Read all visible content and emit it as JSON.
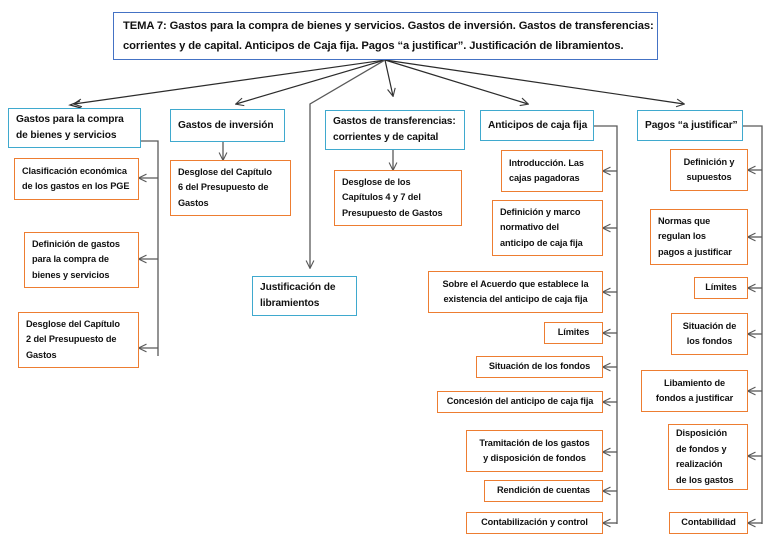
{
  "diagram": {
    "title_box": {
      "id": "tema-7-title",
      "lines": [
        "TEMA 7: Gastos para la compra de bienes y servicios. Gastos de inversión. Gastos de transferencias:",
        "corrientes y de capital. Anticipos de Caja fija. Pagos “a justificar”. Justificación de libramientos."
      ]
    },
    "colors": {
      "title_border": "#4472C4",
      "header_border": "#3FA9CE",
      "leaf_border": "#ED7D31",
      "connector": "#595959",
      "text": "#111111",
      "background": "#FFFFFF"
    },
    "branches": [
      {
        "id": "gastos-compra-bienes-servicios",
        "header": {
          "lines": [
            "Gastos para la compra",
            "de bienes y servicios"
          ]
        },
        "children": [
          {
            "id": "clasificacion-economica-gastos-pge",
            "lines": [
              "Clasificación económica",
              "de los gastos en los PGE"
            ]
          },
          {
            "id": "definicion-gastos-compra",
            "lines": [
              "Definición de gastos",
              "para la compra de",
              "bienes y servicios"
            ]
          },
          {
            "id": "desglose-capitulo-2",
            "lines": [
              "Desglose del Capítulo",
              "2 del Presupuesto de",
              "Gastos"
            ]
          }
        ]
      },
      {
        "id": "gastos-inversion",
        "header": {
          "lines": [
            "Gastos de inversión"
          ]
        },
        "children": [
          {
            "id": "desglose-capitulo-6",
            "lines": [
              "Desglose del Capítulo",
              "6 del Presupuesto de",
              "Gastos"
            ]
          }
        ]
      },
      {
        "id": "gastos-transferencias",
        "header": {
          "lines": [
            "Gastos de transferencias:",
            "corrientes y de capital"
          ]
        },
        "children": [
          {
            "id": "desglose-capitulos-4-7",
            "lines": [
              "Desglose de los",
              "Capítulos 4 y 7 del",
              "Presupuesto de Gastos"
            ]
          }
        ]
      },
      {
        "id": "anticipos-caja-fija",
        "header": {
          "lines": [
            "Anticipos de caja fija"
          ]
        },
        "children": [
          {
            "id": "introduccion-cajas-pagadoras",
            "lines": [
              "Introducción. Las",
              "cajas pagadoras"
            ]
          },
          {
            "id": "definicion-marco-normativo",
            "lines": [
              "Definición y marco",
              "normativo del",
              "anticipo de caja fija"
            ]
          },
          {
            "id": "sobre-el-acuerdo",
            "lines": [
              "Sobre el Acuerdo que establece la",
              "existencia del anticipo de caja fija"
            ]
          },
          {
            "id": "limites-acf",
            "lines": [
              "Límites"
            ]
          },
          {
            "id": "situacion-fondos-acf",
            "lines": [
              "Situación de los fondos"
            ]
          },
          {
            "id": "concesion-anticipo",
            "lines": [
              "Concesión del anticipo de caja fija"
            ]
          },
          {
            "id": "tramitacion-gastos",
            "lines": [
              "Tramitación de los gastos",
              "y disposición de fondos"
            ]
          },
          {
            "id": "rendicion-cuentas",
            "lines": [
              "Rendición de cuentas"
            ]
          },
          {
            "id": "contabilizacion-control",
            "lines": [
              "Contabilización y control"
            ]
          }
        ]
      },
      {
        "id": "pagos-a-justificar",
        "header": {
          "lines": [
            "Pagos “a justificar”"
          ]
        },
        "children": [
          {
            "id": "definicion-supuestos",
            "lines": [
              "Definición y",
              "supuestos"
            ]
          },
          {
            "id": "normas-regulan-pagos",
            "lines": [
              "Normas que",
              "regulan los",
              "pagos a justificar"
            ]
          },
          {
            "id": "limites-paj",
            "lines": [
              "Límites"
            ]
          },
          {
            "id": "situacion-fondos-paj",
            "lines": [
              "Situación de",
              "los fondos"
            ]
          },
          {
            "id": "libramiento-fondos",
            "lines": [
              "Libamiento de",
              "fondos a justificar"
            ]
          },
          {
            "id": "disposicion-fondos",
            "lines": [
              "Disposición",
              "de fondos y",
              "realización",
              "de los gastos"
            ]
          },
          {
            "id": "contabilidad",
            "lines": [
              "Contabilidad"
            ]
          }
        ]
      }
    ],
    "standalone": [
      {
        "id": "justificacion-libramientos",
        "lines": [
          "Justificación de",
          "libramientos"
        ]
      }
    ]
  }
}
